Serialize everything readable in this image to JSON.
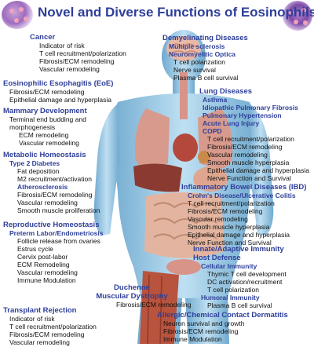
{
  "title": "Novel and Diverse Functions of Eosinophils",
  "colors": {
    "heading": "#2e3f99",
    "item": "#111111",
    "body_skin": "#8fbfdc",
    "brain": "#e9b8a6",
    "lung": "#d79a8c",
    "intestine": "#e3b5a0",
    "muscle": "#b8533e"
  },
  "sections": {
    "cancer": {
      "heading": "Cancer",
      "items": [
        "Indicator of risk",
        "T cell recruitment/polarization",
        "Fibrosis/ECM remodeling",
        "Vascular remodeling"
      ]
    },
    "eoe": {
      "heading": "Eosinophilic Esophagitis (EoE)",
      "items": [
        "Fibrosis/ECM remodeling",
        "Epithelial damage and hyperplasia"
      ]
    },
    "mammary": {
      "heading": "Mammary Development",
      "items": [
        "Terminal end budding and",
        "morphogenesis",
        "ECM remodeling",
        "Vascular remodeling"
      ]
    },
    "metabolic": {
      "heading": "Metabolic Homeostasis",
      "sub1": "Type 2 Diabetes",
      "sub1_items": [
        "Fat deposition",
        "M2 recruitment/activation"
      ],
      "sub2": "Atherosclerosis",
      "sub2_items": [
        "Fibrosis/ECM remodeling",
        "Vascular remodeling",
        "Smooth muscle proliferation"
      ]
    },
    "reproductive": {
      "heading": "Reproductive Homeostasis",
      "sub": "Preterm Labor/Endometriosis",
      "items": [
        "Follicle release from ovaries",
        "Estrus cycle",
        "Cervix post-labor",
        "ECM Remodeling",
        "Vascular remodeling",
        "Immune Modulation"
      ]
    },
    "transplant": {
      "heading": "Transplant Rejection",
      "items": [
        "Indicator of risk",
        "T cell recruitment/polarization",
        "Fibrosis/ECM remodeling",
        "Vascular remodeling"
      ]
    },
    "demyelinating": {
      "heading": "Demyelinating Diseases",
      "subs": [
        "Multiple sclerosis",
        "Neuromyelitic Optica"
      ],
      "items": [
        "T cell polarization",
        "Nerve survival",
        "Plasma B cell survival"
      ]
    },
    "lung": {
      "heading": "Lung Diseases",
      "subs": [
        "Asthma",
        "Idiopathic Pulmonary Fibrosis",
        "Pulmonary Hypertension",
        "Acute Lung Injury",
        "COPD"
      ],
      "items": [
        "T cell recruitment/polarization",
        "Fibrosis/ECM remodeling",
        "Vascular remodeling",
        "Smooth muscle hyperplasia",
        "Epithelial damage and hyperplasia",
        "Nerve Function and Survival"
      ]
    },
    "ibd": {
      "heading": "Inflammatory Bowel Diseases (IBD)",
      "sub": "Crohn's Disease/Ulcerative Colitis",
      "items": [
        "T cell recruitment/polarization",
        "Fibrosis/ECM remodeling",
        "Vascular remodeling",
        "Smooth muscle hyperplasia",
        "Epithelial damage and hyperplasia",
        "Nerve Function and Survival"
      ]
    },
    "immunity": {
      "heading1": "Innate/Adaptive Immunity",
      "heading2": "Host Defense",
      "sub1": "Cellular Immunity",
      "sub1_items": [
        "Thymic T cell development",
        "DC activation/recruitment",
        "T cell polarization"
      ],
      "sub2": "Humoral Immunity",
      "sub2_items": [
        "Plasma B cell survival"
      ]
    },
    "duchenne": {
      "heading1": "Duchenne",
      "heading2": "Muscular Dystrophy",
      "items": [
        "Fibrosis/ECM remodeling"
      ]
    },
    "allergic": {
      "heading": "Allergic/Chemical Contact Dermatitis",
      "items": [
        "Neuron survival and growth",
        "Fibrosis/ECM remodeling",
        "Immune Modulation"
      ]
    }
  }
}
